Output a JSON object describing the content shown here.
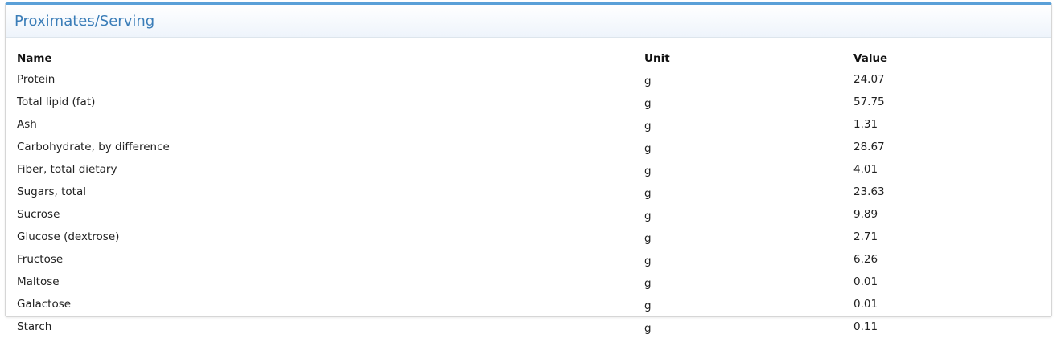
{
  "panel": {
    "title": "Proximates/Serving"
  },
  "table": {
    "headers": {
      "name": "Name",
      "unit": "Unit",
      "value": "Value"
    },
    "rows": [
      {
        "name": "Protein",
        "unit": "g",
        "value": "24.07"
      },
      {
        "name": "Total lipid (fat)",
        "unit": "g",
        "value": "57.75"
      },
      {
        "name": "Ash",
        "unit": "g",
        "value": "1.31"
      },
      {
        "name": "Carbohydrate, by difference",
        "unit": "g",
        "value": "28.67"
      },
      {
        "name": "Fiber, total dietary",
        "unit": "g",
        "value": "4.01"
      },
      {
        "name": "Sugars, total",
        "unit": "g",
        "value": "23.63"
      },
      {
        "name": "Sucrose",
        "unit": "g",
        "value": "9.89"
      },
      {
        "name": "Glucose (dextrose)",
        "unit": "g",
        "value": "2.71"
      },
      {
        "name": "Fructose",
        "unit": "g",
        "value": "6.26"
      },
      {
        "name": "Maltose",
        "unit": "g",
        "value": "0.01"
      },
      {
        "name": "Galactose",
        "unit": "g",
        "value": "0.01"
      },
      {
        "name": "Starch",
        "unit": "g",
        "value": "0.11"
      }
    ]
  },
  "colors": {
    "accent": "#5aa0d8",
    "title": "#3a7db8",
    "text": "#222222"
  }
}
